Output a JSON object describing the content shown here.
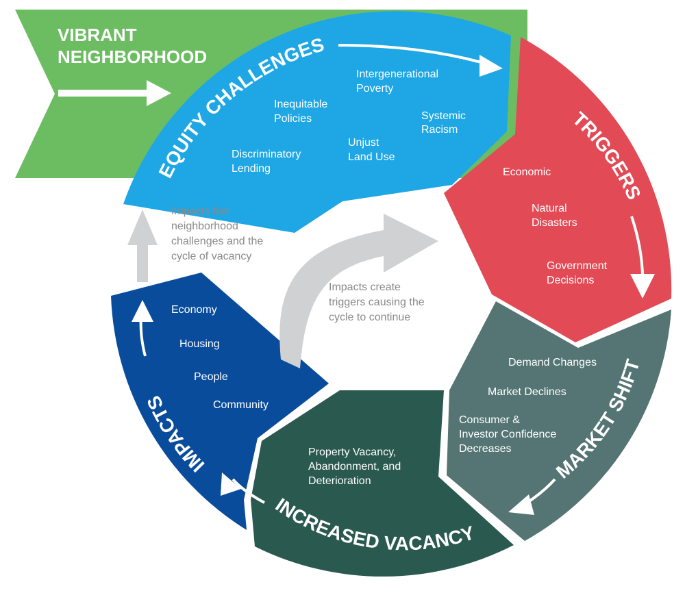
{
  "colors": {
    "vibrant": "#6cbd62",
    "equity": "#1ea7e4",
    "triggers": "#e24a55",
    "market": "#547574",
    "vacancy": "#2a5950",
    "impacts": "#0a4c9c",
    "connector": "#cfd1d3",
    "note_text": "#8a8a8a"
  },
  "vibrant": {
    "title_line1": "VIBRANT",
    "title_line2": "NEIGHBORHOOD"
  },
  "equity": {
    "title": "EQUITY CHALLENGES",
    "items": [
      "Intergenerational",
      "Poverty",
      "Inequitable",
      "Policies",
      "Systemic",
      "Racism",
      "Discriminatory",
      "Lending",
      "Unjust",
      "Land Use"
    ]
  },
  "triggers": {
    "title": "TRIGGERS",
    "items": [
      "Economic",
      "Natural",
      "Disasters",
      "Government",
      "Decisions"
    ]
  },
  "market": {
    "title": "MARKET SHIFT",
    "items": [
      "Demand Changes",
      "Market Declines",
      "Consumer &",
      "Investor Confidence",
      "Decreases"
    ]
  },
  "vacancy": {
    "title": "INCREASED VACANCY",
    "items": [
      "Property Vacancy,",
      "Abandonment, and",
      "Deterioration"
    ]
  },
  "impacts": {
    "title": "IMPACTS",
    "items": [
      "Economy",
      "Housing",
      "People",
      "Community"
    ]
  },
  "notes": {
    "fuel": [
      "Impacts fuel",
      "neighborhood",
      "challenges and the",
      "cycle of vacancy"
    ],
    "center": [
      "Impacts create",
      "triggers causing the",
      "cycle to continue"
    ]
  }
}
